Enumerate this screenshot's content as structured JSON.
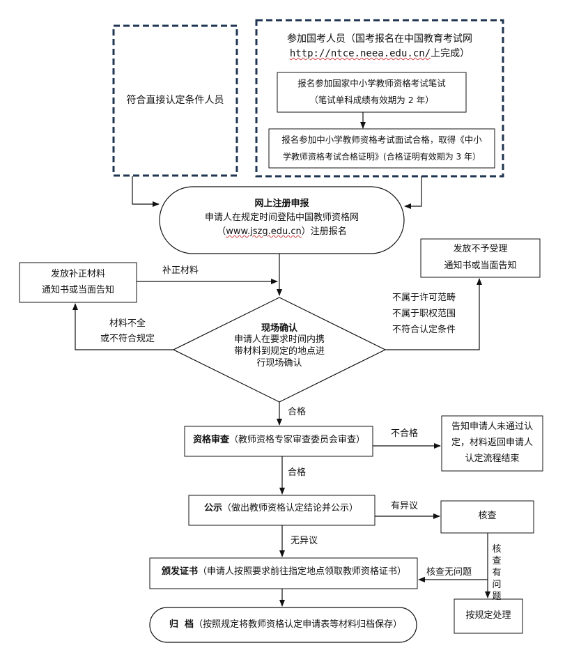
{
  "direct_box": {
    "text": "符合直接认定条件人员"
  },
  "exam_box": {
    "line1": "参加国考人员（国考报名在中国教育考试网",
    "url": "http://ntce.neea.edu.cn/",
    "url_suffix": "上完成）",
    "written": {
      "line1": "报名参加国家中小学教师资格考试笔试",
      "line2": "（笔试单科成绩有效期为 2 年）"
    },
    "interview": {
      "line1": "报名参加中小学教师资格考试面试合格，取得《中小",
      "line2": "学教师资格考试合格证明》(合格证明有效期为 3 年）"
    }
  },
  "register": {
    "title": "网上注册申报",
    "line1": "申请人在规定时间登陆中国教师资格网",
    "line2_pre": "（",
    "url": "www.jszg.edu.cn",
    "line2_post": "）注册报名"
  },
  "supplement_box": {
    "line1": "发放补正材料",
    "line2": "通知书或当面告知"
  },
  "reject_box": {
    "line1": "发放不予受理",
    "line2": "通知书或当面告知"
  },
  "labels": {
    "supplement": "补正材料",
    "incomplete1": "材料不全",
    "incomplete2": "或不符合规定",
    "not_scope1": "不属于许可范畴",
    "not_scope2": "不属于职权范围",
    "not_scope3": "不符合认定条件",
    "pass1": "合格",
    "fail": "不合格",
    "pass2": "合格",
    "objection": "有异议",
    "no_objection": "无异议",
    "check_ok": "核查无问题",
    "check_problem": "核查有问题"
  },
  "onsite": {
    "title": "现场确认",
    "line1": "申请人在要求时间内携",
    "line2": "带材料到规定的地点进",
    "line3": "行现场确认"
  },
  "review": {
    "title": "资格审查",
    "desc": "（教师资格专家审查委员会审查）"
  },
  "fail_box": {
    "line1": "告知申请人未通过认",
    "line2": "定，材料返回申请人",
    "line3": "认定流程结束"
  },
  "publicity": {
    "title": "公示",
    "desc": "（做出教师资格认定结论并公示）"
  },
  "verify_box": {
    "text": "核查"
  },
  "issue": {
    "title": "颁发证书",
    "desc": "（申请人按照要求前往指定地点领取教师资格证书）"
  },
  "handle_box": {
    "text": "按规定处理"
  },
  "archive": {
    "title": "归  档",
    "desc": "（按照规定将教师资格认定申请表等材料归档保存）"
  }
}
